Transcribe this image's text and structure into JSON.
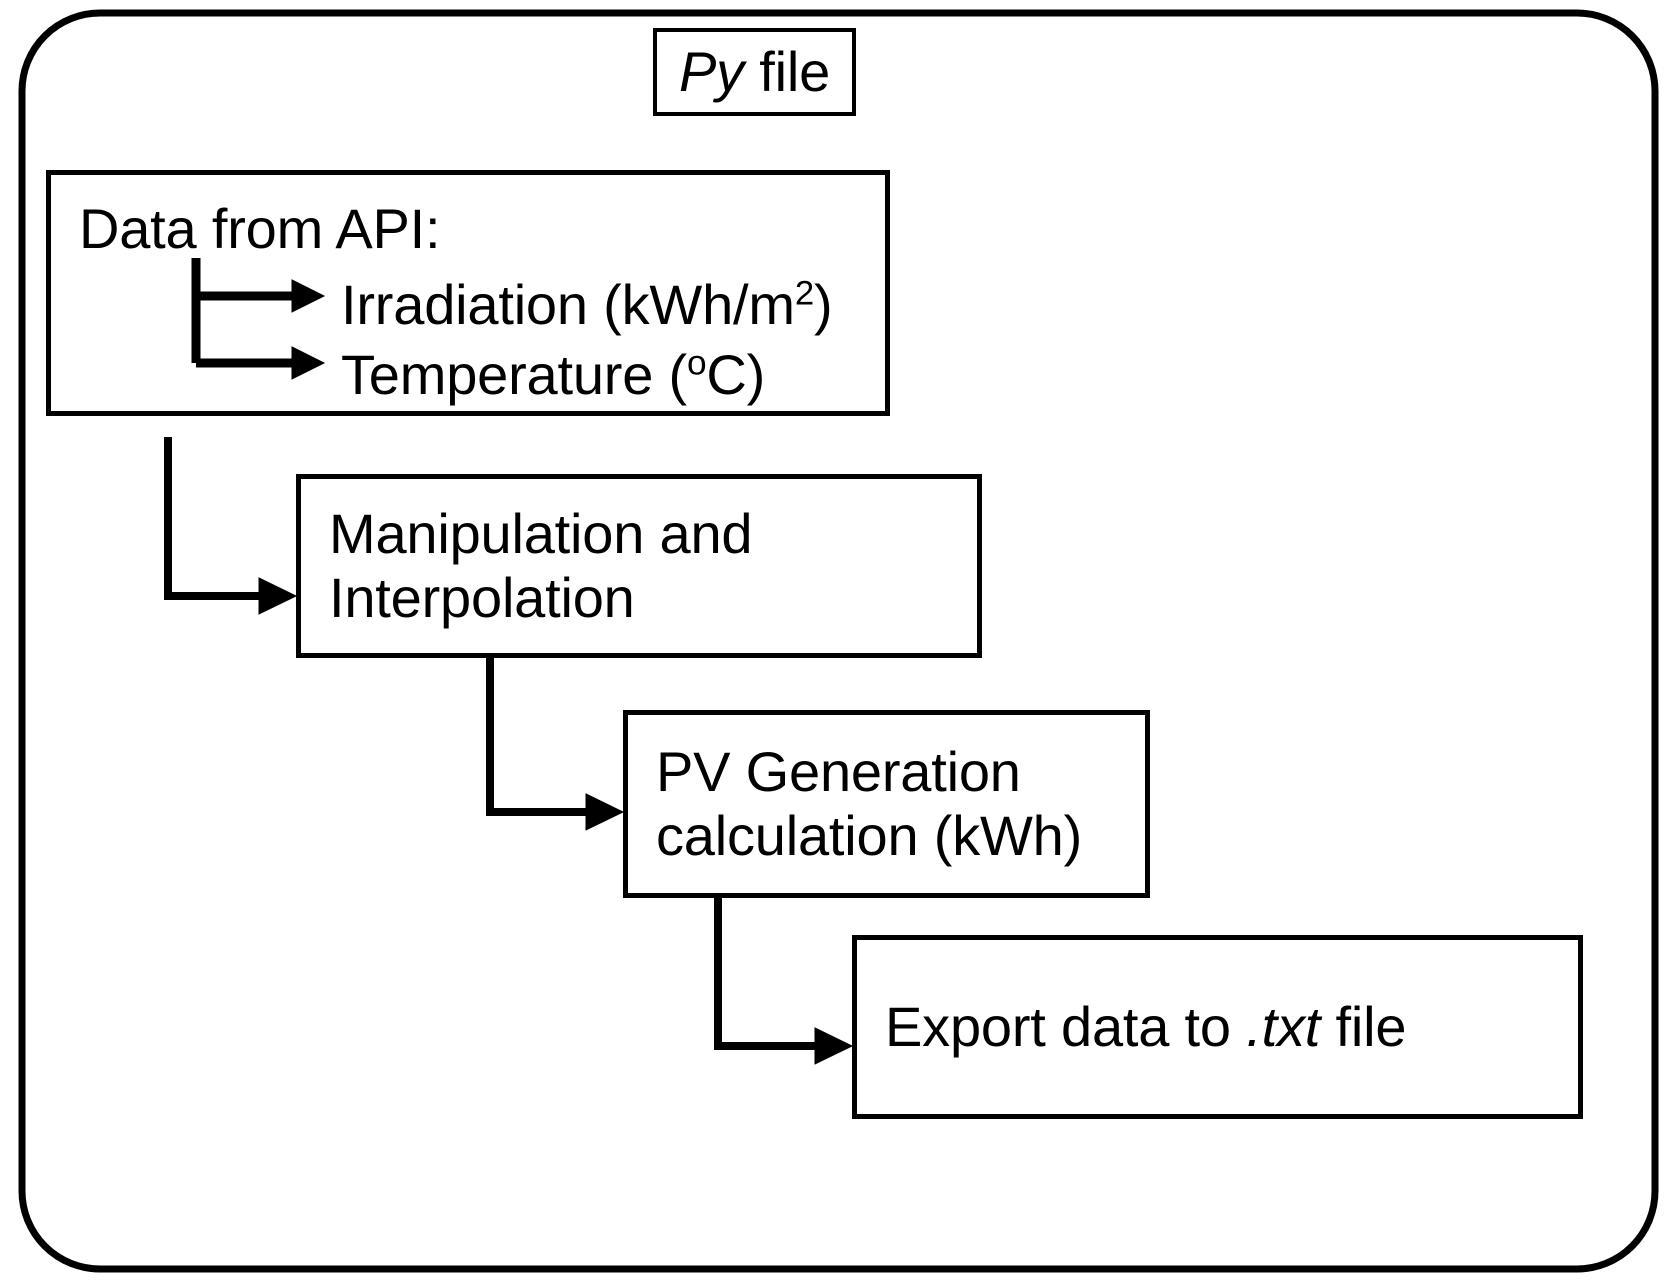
{
  "diagram": {
    "title": "Py file",
    "title_italic_part": "Py",
    "title_plain_part": " file",
    "container_name": "py-file-container",
    "nodes": [
      {
        "id": "data-from-api",
        "heading": "Data from API:",
        "branches": [
          {
            "label_main": "Irradiation (kWh/m",
            "label_sup": "2",
            "label_tail": ")"
          },
          {
            "label_main": "Temperature (",
            "label_sup": "o",
            "label_tail": "C)"
          }
        ]
      },
      {
        "id": "manipulation-interpolation",
        "line1": "Manipulation and",
        "line2": "Interpolation"
      },
      {
        "id": "pv-generation",
        "line1": "PV Generation",
        "line2": "calculation (kWh)"
      },
      {
        "id": "export-data",
        "prefix": "Export data to ",
        "italic": ".txt",
        "suffix": " file"
      }
    ],
    "colors": {
      "stroke": "#000000",
      "background": "#ffffff"
    }
  }
}
